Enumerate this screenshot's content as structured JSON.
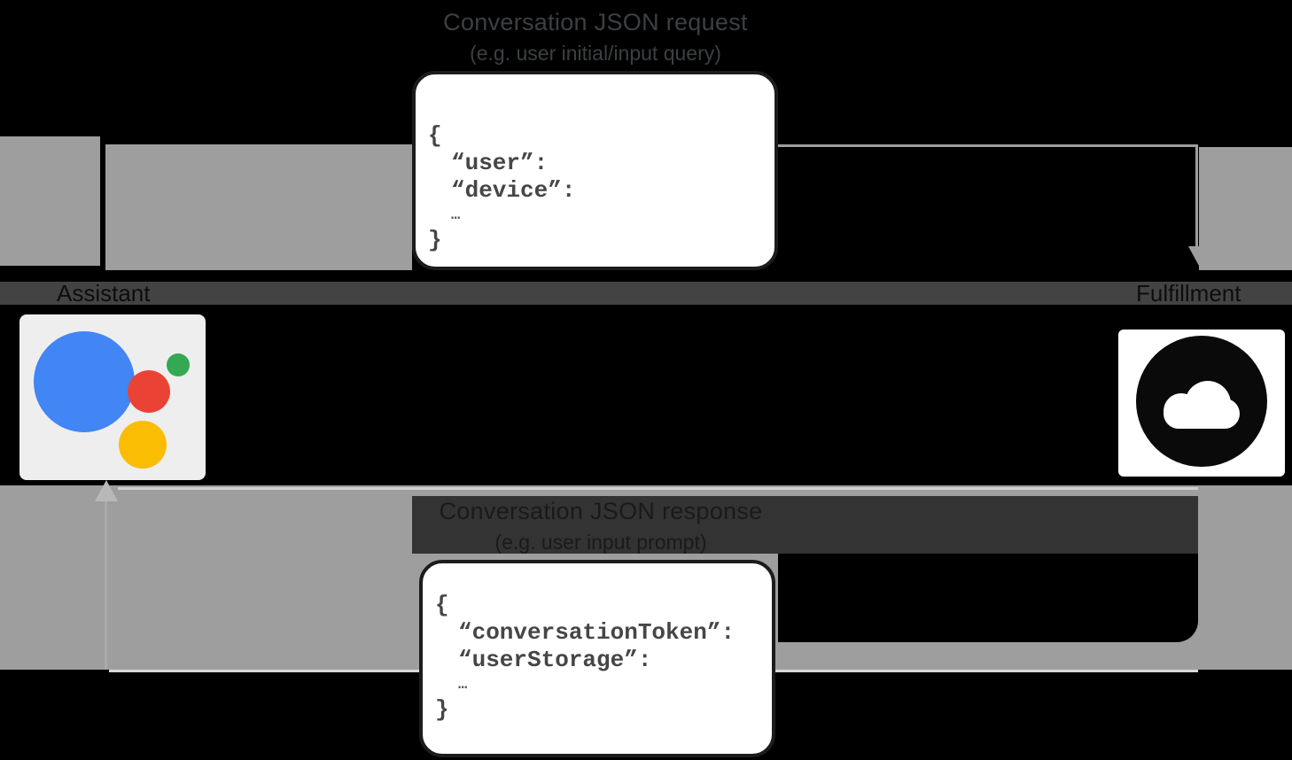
{
  "request_flow": {
    "title_line1": "Conversation JSON request",
    "title_line2": "(e.g. user initial/input query)",
    "json": {
      "brace_open": "{",
      "fields": [
        "“user”:",
        "“device”:"
      ],
      "ellipsis": "…",
      "brace_close": "}"
    }
  },
  "response_flow": {
    "title_line1": "Conversation JSON response",
    "title_line2": "(e.g. user input prompt)",
    "json": {
      "brace_open": "{",
      "fields": [
        "“conversationToken”:",
        "“userStorage”:"
      ],
      "ellipsis": "…",
      "brace_close": "}"
    }
  },
  "nodes": {
    "assistant": {
      "label": "Assistant",
      "icon": "google-assistant-logo"
    },
    "fulfillment": {
      "label": "Fulfillment",
      "icon": "cloud-icon"
    }
  },
  "colors": {
    "background": "#000000",
    "arrow_band_gray": "#9e9e9e",
    "label_strip_gray": "#434343",
    "title_text": "#3c4043",
    "json_box_bg": "#ffffff",
    "json_box_border": "#1c1c1c",
    "assistant_blue": "#4285f4",
    "assistant_red": "#ea4335",
    "assistant_yellow": "#fbbc04",
    "assistant_green": "#34a853"
  }
}
